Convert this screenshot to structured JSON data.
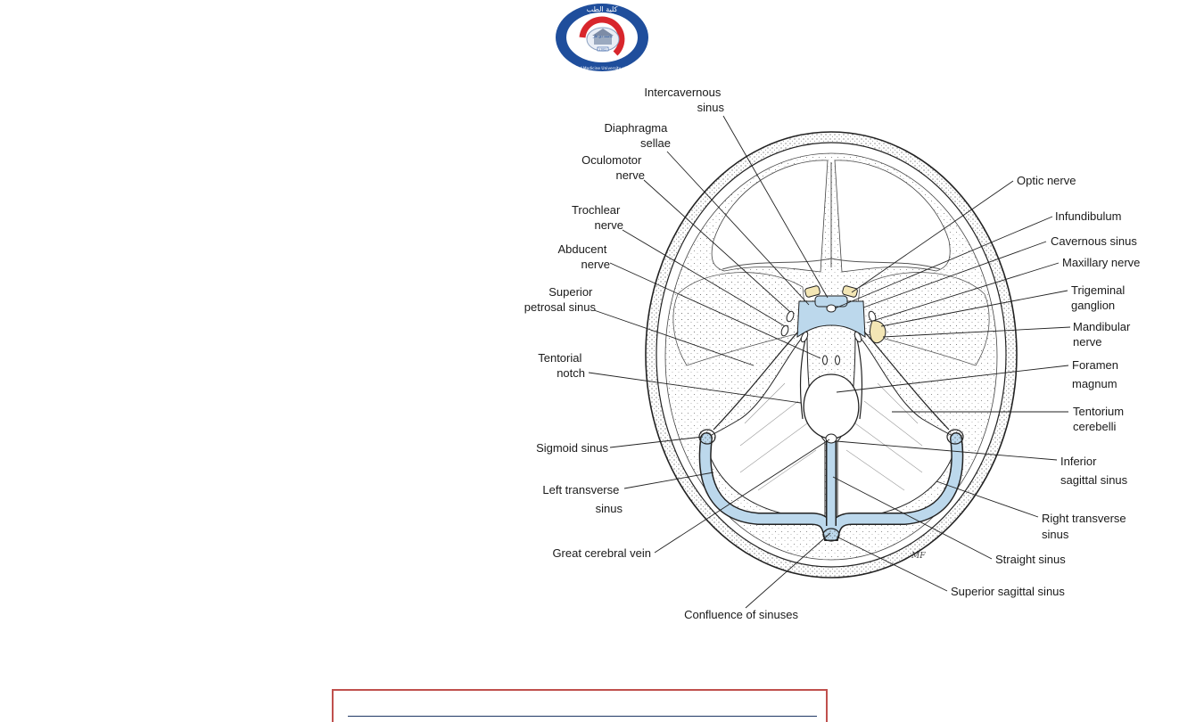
{
  "logo": {
    "arc_text_top": "كلية الطب",
    "arc_text_bottom": "College of Medicine University of Thi-Qar",
    "inner_text": "جامعة ذي قار",
    "year": "2002",
    "colors": {
      "blue": "#1f4e9c",
      "red": "#d8262c"
    }
  },
  "diagram": {
    "colors": {
      "sinus": "#bcd8ec",
      "outline": "#222222",
      "ganglion": "#f3e6b5"
    },
    "labels": {
      "intercavernous_sinus": [
        "Intercavernous",
        "sinus"
      ],
      "diaphragma_sellae": [
        "Diaphragma",
        "sellae"
      ],
      "oculomotor_nerve": [
        "Oculomotor",
        "nerve"
      ],
      "trochlear_nerve": [
        "Trochlear",
        "nerve"
      ],
      "abducent_nerve": [
        "Abducent",
        "nerve"
      ],
      "superior_petrosal_sinus": [
        "Superior",
        "petrosal sinus"
      ],
      "tentorial_notch": [
        "Tentorial",
        "notch"
      ],
      "sigmoid_sinus": [
        "Sigmoid sinus"
      ],
      "left_transverse_sinus": [
        "Left transverse",
        "sinus"
      ],
      "great_cerebral_vein": [
        "Great cerebral vein"
      ],
      "confluence_of_sinuses": [
        "Confluence of sinuses"
      ],
      "optic_nerve": [
        "Optic nerve"
      ],
      "infundibulum": [
        "Infundibulum"
      ],
      "cavernous_sinus": [
        "Cavernous sinus"
      ],
      "maxillary_nerve": [
        "Maxillary nerve"
      ],
      "trigeminal_ganglion": [
        "Trigeminal",
        "ganglion"
      ],
      "mandibular_nerve": [
        "Mandibular",
        "nerve"
      ],
      "foramen_magnum": [
        "Foramen",
        "magnum"
      ],
      "tentorium_cerebelli": [
        "Tentorium",
        "cerebelli"
      ],
      "inferior_sagittal_sinus": [
        "Inferior",
        "sagittal sinus"
      ],
      "right_transverse_sinus": [
        "Right transverse",
        "sinus"
      ],
      "straight_sinus": [
        "Straight sinus"
      ],
      "superior_sagittal_sinus": [
        "Superior sagittal sinus"
      ]
    },
    "signature": "MF"
  }
}
